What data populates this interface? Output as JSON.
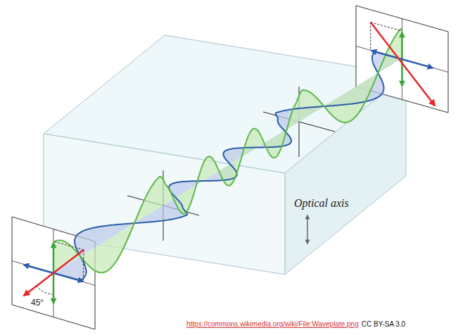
{
  "diagram": {
    "labels": [
      "Optical axis",
      "45°",
      "https://commons.wikimedia.org/wiki/File:Waveplate.png",
      "CC BY-SA 3.0"
    ]
  }
}
